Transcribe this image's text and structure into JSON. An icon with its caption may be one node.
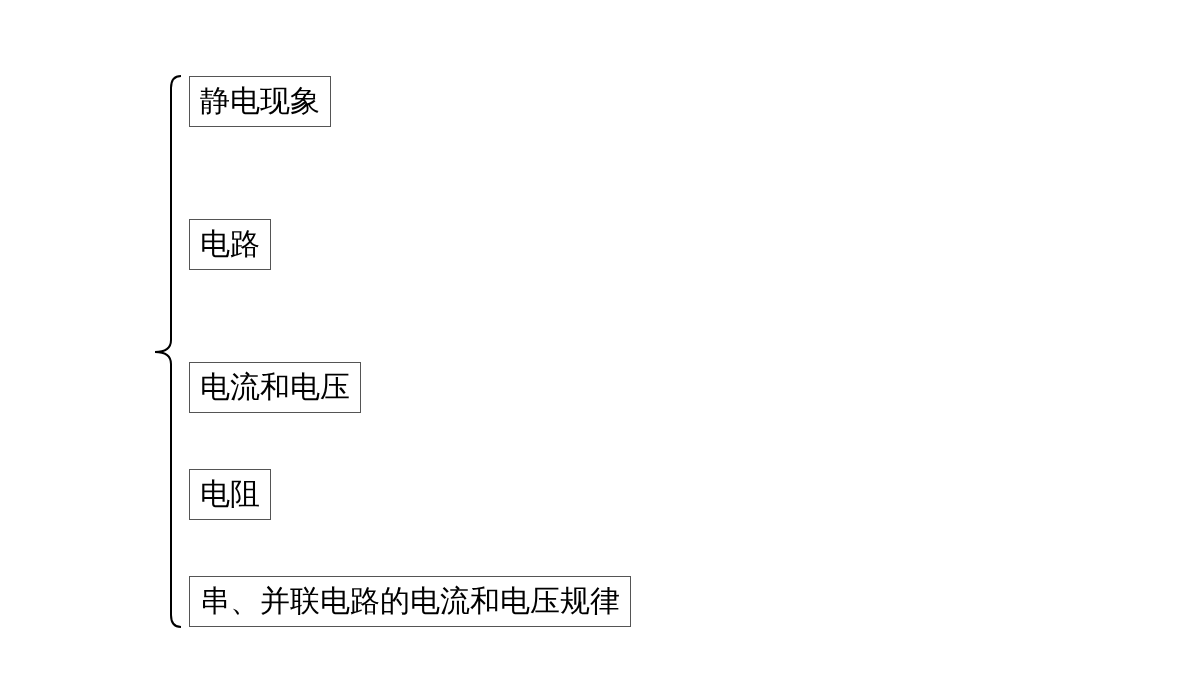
{
  "diagram": {
    "nodes": [
      {
        "text": [
          "静电现象"
        ]
      },
      {
        "text": [
          "电路"
        ]
      },
      {
        "text": [
          "电流和电压"
        ]
      },
      {
        "text": [
          "电阻"
        ]
      },
      {
        "text": [
          "串、并联电路的电流和电压规律"
        ]
      }
    ]
  }
}
